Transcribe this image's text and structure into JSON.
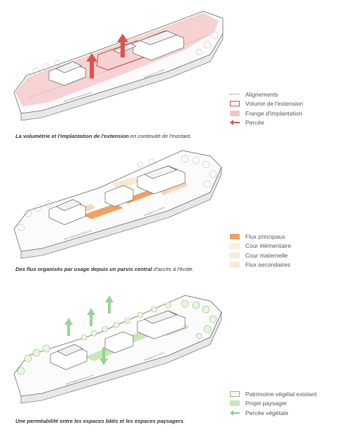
{
  "panels": [
    {
      "legend": [
        {
          "key": "alignements",
          "label": "Alignements"
        },
        {
          "key": "volume",
          "label": "Volume de l'extension"
        },
        {
          "key": "frange",
          "label": "Frange d'implantation"
        },
        {
          "key": "percee",
          "label": "Percée"
        }
      ],
      "caption": {
        "bold": "La volumétrie et l'implantation de l'extension",
        "rest": " en continuité de l'existant."
      }
    },
    {
      "legend": [
        {
          "key": "flux-principaux",
          "label": "Flux principaux"
        },
        {
          "key": "cour-elementaire",
          "label": "Cour élémentaire"
        },
        {
          "key": "cour-maternelle",
          "label": "Cour maternelle"
        },
        {
          "key": "flux-secondaires",
          "label": "Flux secondaires"
        }
      ],
      "caption": {
        "bold": "Des flux organisés par usage depuis un parvis central",
        "rest": " d'accès à l'école."
      }
    },
    {
      "legend": [
        {
          "key": "patrimoine",
          "label": "Patrimoine végétal existant"
        },
        {
          "key": "projet",
          "label": "Projet paysager"
        },
        {
          "key": "percee-vegetale",
          "label": "Percée végétale"
        }
      ],
      "caption": {
        "bold": "Une perméabilité entre les espaces bâtis et les espaces paysagers",
        "rest": "."
      }
    }
  ],
  "road_labels": {
    "street": "RUE PIERRE BROSSOLETTE",
    "terrain": "TERRAIN DE LA COTE"
  },
  "colors": {
    "outline": "#444444",
    "frange": "#f4c4c4",
    "volume_border": "#d64545",
    "percee": "#e05050",
    "flux": "#f0a060",
    "flux_light": "#f8d6b4",
    "green_fill": "#c8e6b8",
    "green_border": "#7cc06a",
    "green_arrow": "#8cd08a"
  }
}
